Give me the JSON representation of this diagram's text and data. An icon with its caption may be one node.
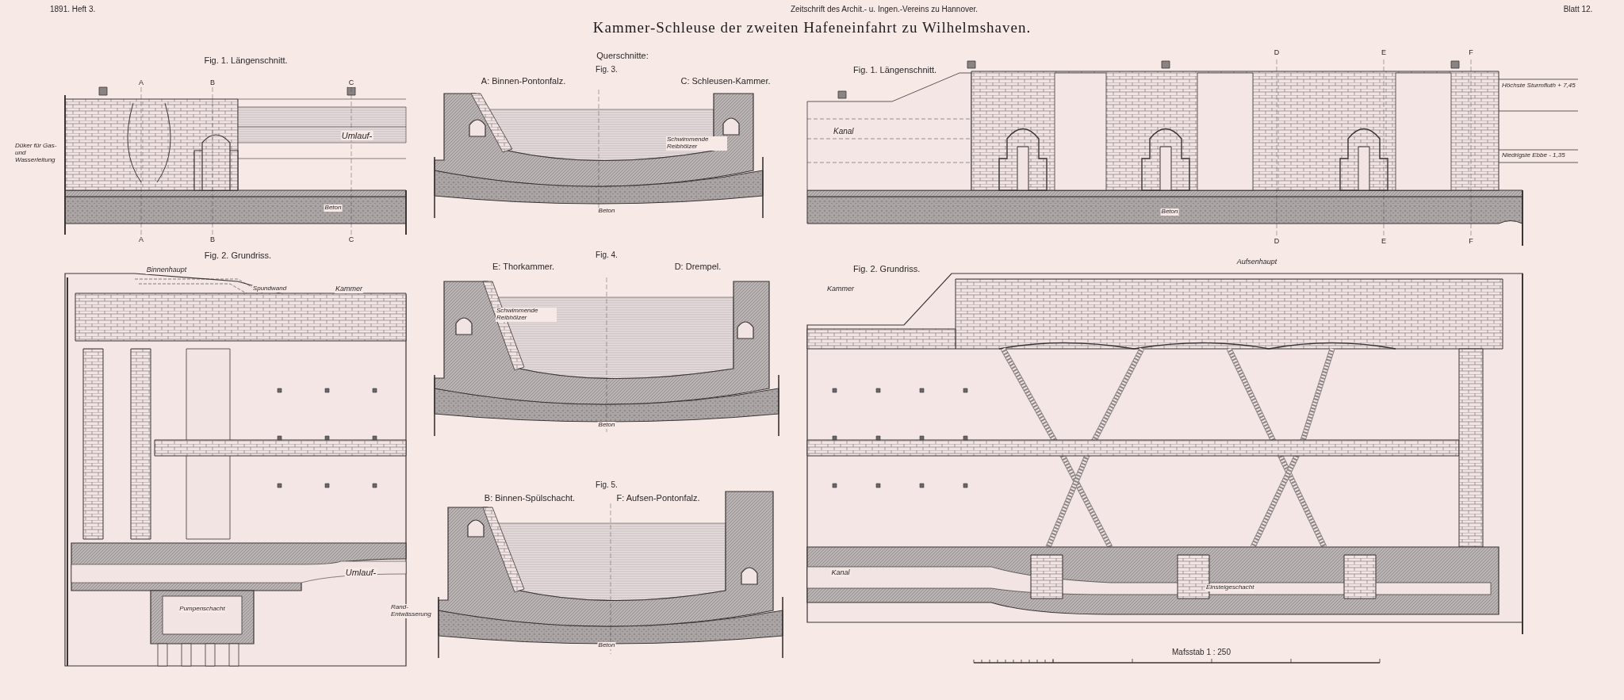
{
  "diagram": {
    "title": "Kammer-Schleuse der zweiten Hafeneinfahrt zu Wilhelmshaven.",
    "labels": [
      "1891. Heft 3.",
      "Zeitschrift des Archit.- u. Ingen.-Vereins zu Hannover.",
      "Blatt 12.",
      "Fig. 1. Längenschnitt.",
      "A",
      "B",
      "C",
      "Umlauf-",
      "Düker für Gas- und Wasserleitung",
      "Beton",
      "A",
      "B",
      "C",
      "Querschnitte:",
      "Fig. 3.",
      "A: Binnen-Pontonfalz.",
      "C: Schleusen-Kammer.",
      "Schwimmende Reibhölzer",
      "Beton",
      "Fig. 1. Längenschnitt.",
      "D",
      "E",
      "F",
      "Höchste Sturmfluth + 7,45",
      "Kanal",
      "Niedrigste Ebbe - 1,35",
      "Beton",
      "D",
      "E",
      "F",
      "Fig. 2. Grundriss.",
      "Binnenhaupt",
      "Spundwand",
      "Kammer",
      "Umlauf-",
      "Pumpenschacht",
      "Fig. 4.",
      "E: Thorkammer.",
      "D: Drempel.",
      "Schwimmende Reibhölzer",
      "Beton",
      "Fig. 5.",
      "B: Binnen-Spülschacht.",
      "F: Aufsen-Pontonfalz.",
      "Rand-Entwässerung",
      "Beton",
      "Fig. 2. Grundriss.",
      "Aufsenhaupt",
      "Kammer",
      "Kanal",
      "Einsteigeschacht",
      "Mafsstab 1 : 250"
    ]
  }
}
